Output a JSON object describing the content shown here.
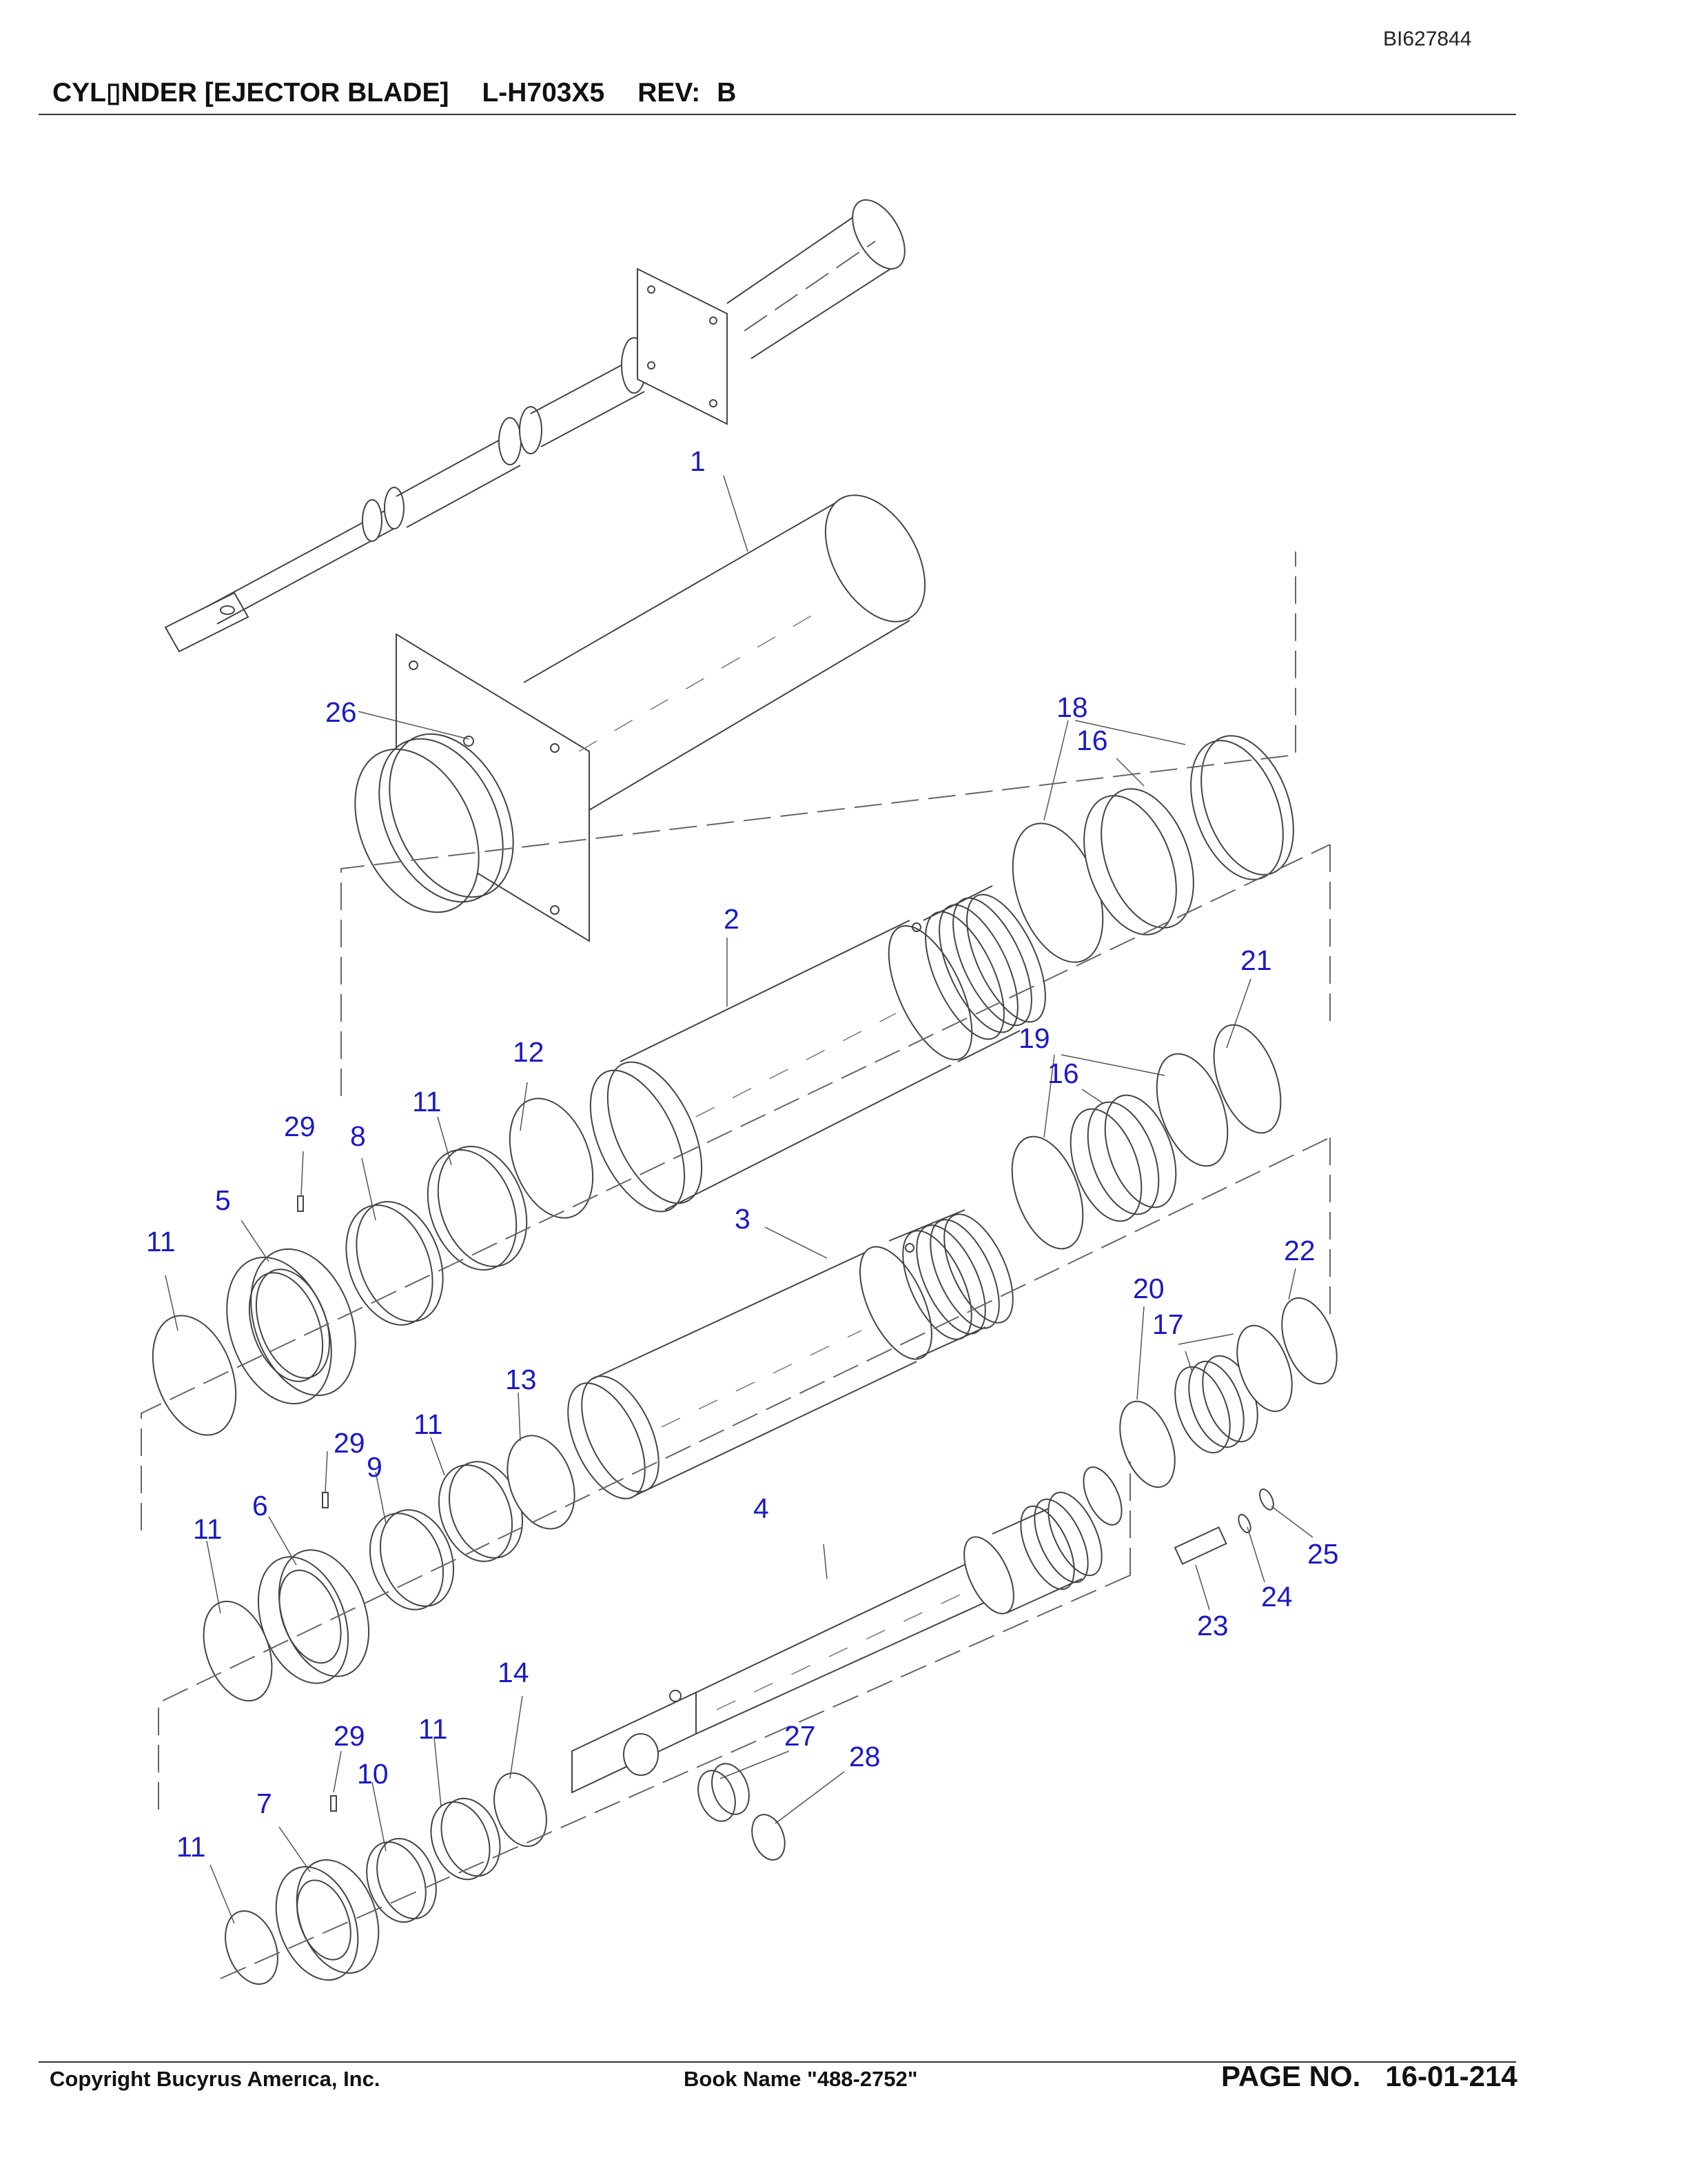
{
  "doc_id": "BI627844",
  "header": {
    "title": "CYL▯NDER [EJECTOR BLADE]",
    "part_number": "L-H703X5",
    "rev_label": "REV:",
    "rev_value": "B"
  },
  "footer": {
    "copyright": "Copyright Bucyrus Amerıca, Inc.",
    "book_name": "Book Name \"488-2752\"",
    "page_label": "PAGE NO.",
    "page_number": "16-01-214"
  },
  "callouts": {
    "c1": "1",
    "c2": "2",
    "c3": "3",
    "c4": "4",
    "c5": "5",
    "c6": "6",
    "c7": "7",
    "c8": "8",
    "c9": "9",
    "c10": "10",
    "c11": "11",
    "c12": "12",
    "c13": "13",
    "c14": "14",
    "c16": "16",
    "c17": "17",
    "c18": "18",
    "c19": "19",
    "c20": "20",
    "c21": "21",
    "c22": "22",
    "c23": "23",
    "c24": "24",
    "c25": "25",
    "c26": "26",
    "c27": "27",
    "c28": "28",
    "c29": "29"
  }
}
